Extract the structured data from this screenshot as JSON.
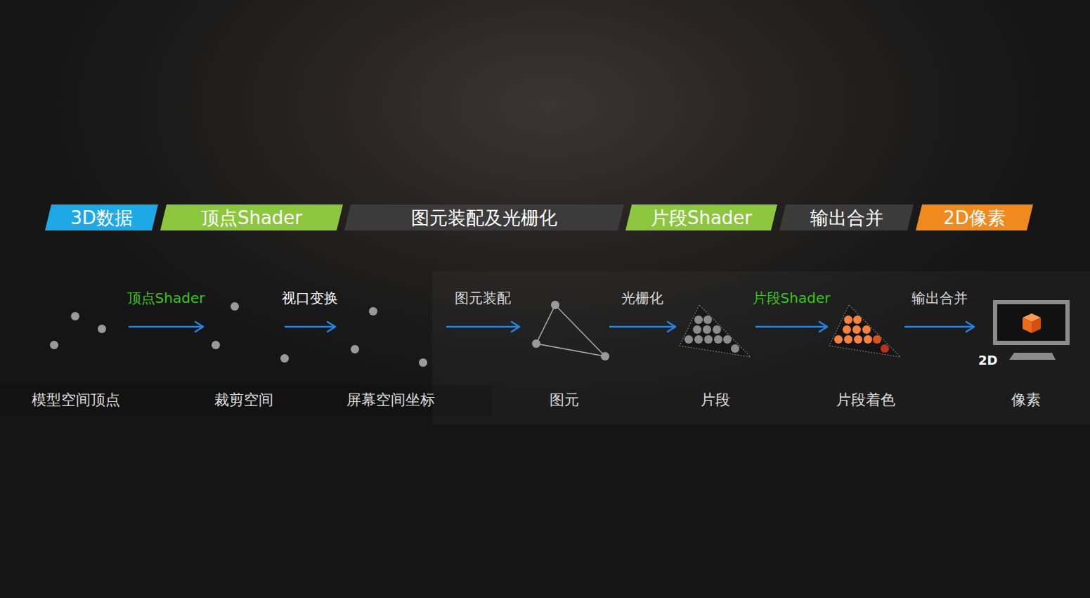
{
  "diagram": {
    "nodes": [
      {
        "text": [
          "3D数据"
        ]
      },
      {
        "text": [
          "顶点Shader"
        ]
      },
      {
        "text": [
          "图元装配及光栅化"
        ]
      },
      {
        "text": [
          "片段Shader"
        ]
      },
      {
        "text": [
          "输出合并"
        ]
      },
      {
        "text": [
          "2D像素"
        ]
      },
      {
        "text": [
          "模型空间顶点"
        ]
      },
      {
        "text": [
          "裁剪空间"
        ]
      },
      {
        "text": [
          "屏幕空间坐标"
        ]
      },
      {
        "text": [
          "图元"
        ]
      },
      {
        "text": [
          "片段"
        ]
      },
      {
        "text": [
          "片段着色"
        ]
      },
      {
        "text": [
          "像素"
        ]
      }
    ],
    "edges": [
      {
        "from": 6,
        "to": 7,
        "label": "顶点Shader",
        "arrow": "to"
      },
      {
        "from": 7,
        "to": 8,
        "label": "视口变换",
        "arrow": "to"
      },
      {
        "from": 8,
        "to": 9,
        "label": "图元装配",
        "arrow": "to"
      },
      {
        "from": 9,
        "to": 10,
        "label": "光栅化",
        "arrow": "to"
      },
      {
        "from": 10,
        "to": 11,
        "label": "片段Shader",
        "arrow": "to"
      },
      {
        "from": 11,
        "to": 12,
        "label": "输出合并",
        "arrow": "to"
      }
    ],
    "labels": [
      "2D"
    ]
  }
}
